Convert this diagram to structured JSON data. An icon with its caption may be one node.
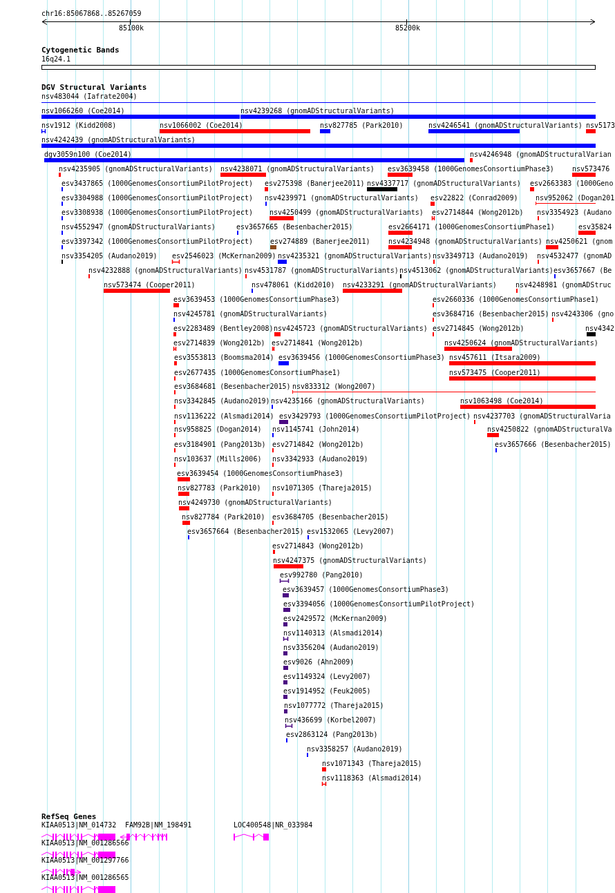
{
  "diagram": {
    "labels": [
      "chr16:85067868..85267059",
      "85100k",
      "85200k",
      "Cytogenetic Bands",
      "16q24.1",
      "DGV Structural Variants",
      "nsv483044 (Iafrate2004)",
      "nsv1066260 (Coe2014)",
      "nsv4239268 (gnomADStructuralVariants)",
      "nsv1912 (Kidd2008)",
      "nsv1066002 (Coe2014)",
      "nsv827785 (Park2010)",
      "nsv4246541 (gnomADStructuralVariants)",
      "nsv5173",
      "nsv4242439 (gnomADStructuralVariants)",
      "dgv3059n100 (Coe2014)",
      "nsv4246948 (gnomADStructuralVarian",
      "nsv4235905 (gnomADStructuralVariants)",
      "nsv4238071 (gnomADStructuralVariants)",
      "esv3639458 (1000GenomesConsortiumPhase3)",
      "nsv573476",
      "esv3437865 (1000GenomesConsortiumPilotProject)",
      "esv275398 (Banerjee2011)",
      "nsv4337717 (gnomADStructuralVariants)",
      "esv2663383 (1000Geno",
      "esv3304988 (1000GenomesConsortiumPilotProject)",
      "nsv4239971 (gnomADStructuralVariants)",
      "esv22822 (Conrad2009)",
      "nsv952062 (Dogan201",
      "esv3308938 (1000GenomesConsortiumPilotProject)",
      "nsv4250499 (gnomADStructuralVariants)",
      "esv2714844 (Wong2012b)",
      "nsv3354923 (Audano",
      "nsv4552947 (gnomADStructuralVariants)",
      "esv3657665 (Besenbacher2015)",
      "esv2664171 (1000GenomesConsortiumPhase1)",
      "esv35824",
      "esv3397342 (1000GenomesConsortiumPilotProject)",
      "esv274889 (Banerjee2011)",
      "nsv4234948 (gnomADStructuralVariants)",
      "nsv4250621 (gnom",
      "nsv3354205 (Audano2019)",
      "esv2546023 (McKernan2009)",
      "nsv4235321 (gnomADStructuralVariants)",
      "nsv3349713 (Audano2019)",
      "nsv4532477 (gnomAD",
      "nsv4232888 (gnomADStructuralVariants)",
      "nsv4531787 (gnomADStructuralVariants)",
      "nsv4513062 (gnomADStructuralVariants)",
      "esv3657667 (Be",
      "nsv573474 (Cooper2011)",
      "nsv478061 (Kidd2010)",
      "nsv4233291 (gnomADStructuralVariants)",
      "nsv4248981 (gnomADStruc",
      "esv3639453 (1000GenomesConsortiumPhase3)",
      "esv2660336 (1000GenomesConsortiumPhase1)",
      "nsv4245781 (gnomADStructuralVariants)",
      "esv3684716 (Besenbacher2015)",
      "nsv4243306 (gno",
      "esv2283489 (Bentley2008)",
      "nsv4245723 (gnomADStructuralVariants)",
      "esv2714845 (Wong2012b)",
      "nsv4342",
      "esv2714839 (Wong2012b)",
      "esv2714841 (Wong2012b)",
      "nsv4250624 (gnomADStructuralVariants)",
      "esv3553813 (Boomsma2014)",
      "esv3639456 (1000GenomesConsortiumPhase3)",
      "nsv457611 (Itsara2009)",
      "esv2677435 (1000GenomesConsortiumPhase1)",
      "nsv573475 (Cooper2011)",
      "esv3684681 (Besenbacher2015)",
      "nsv833312 (Wong2007)",
      "nsv3342845 (Audano2019)",
      "nsv4235166 (gnomADStructuralVariants)",
      "nsv1063498 (Coe2014)",
      "nsv1136222 (Alsmadi2014)",
      "esv3429793 (1000GenomesConsortiumPilotProject)",
      "nsv4237703 (gnomADStructuralVaria",
      "nsv958825 (Dogan2014)",
      "nsv1145741 (John2014)",
      "nsv4250822 (gnomADStructuralVa",
      "esv3184901 (Pang2013b)",
      "esv2714842 (Wong2012b)",
      "esv3657666 (Besenbacher2015)",
      "nsv103637 (Mills2006)",
      "nsv3342933 (Audano2019)",
      "esv3639454 (1000GenomesConsortiumPhase3)",
      "nsv827783 (Park2010)",
      "nsv1071305 (Thareja2015)",
      "nsv4249730 (gnomADStructuralVariants)",
      "nsv827784 (Park2010)",
      "esv3684705 (Besenbacher2015)",
      "esv3657664 (Besenbacher2015)",
      "esv1532065 (Levy2007)",
      "esv2714843 (Wong2012b)",
      "nsv4247375 (gnomADStructuralVariants)",
      "esv992780 (Pang2010)",
      "esv3639457 (1000GenomesConsortiumPhase3)",
      "esv3394056 (1000GenomesConsortiumPilotProject)",
      "esv2429572 (McKernan2009)",
      "nsv1140313 (Alsmadi2014)",
      "nsv3356204 (Audano2019)",
      "esv9026 (Ahn2009)",
      "esv1149324 (Levy2007)",
      "esv1914952 (Feuk2005)",
      "nsv1077772 (Thareja2015)",
      "nsv436699 (Korbel2007)",
      "esv2863124 (Pang2013b)",
      "nsv3358257 (Audano2019)",
      "nsv1071343 (Thareja2015)",
      "nsv1118363 (Alsmadi2014)",
      "RefSeq Genes",
      "KIAA0513|NM_014732",
      "FAM92B|NM_198491",
      "LOC400548|NR_033984",
      "KIAA0513|NM_001286566",
      "KIAA0513|NM_001297766",
      "KIAA0513|NM_001286565"
    ]
  }
}
